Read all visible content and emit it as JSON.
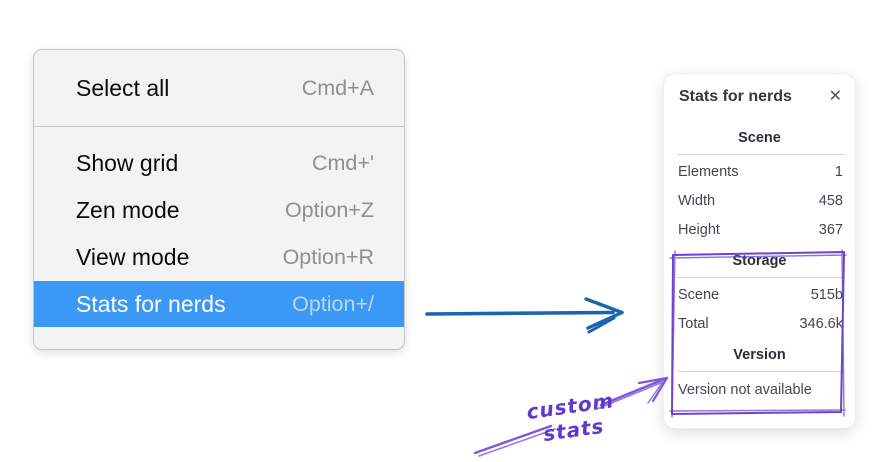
{
  "menu": {
    "items": [
      {
        "label": "Select all",
        "shortcut": "Cmd+A"
      },
      {
        "label": "Show grid",
        "shortcut": "Cmd+'"
      },
      {
        "label": "Zen mode",
        "shortcut": "Option+Z"
      },
      {
        "label": "View mode",
        "shortcut": "Option+R"
      },
      {
        "label": "Stats for nerds",
        "shortcut": "Option+/",
        "highlighted": true
      }
    ],
    "highlight_color": "#3b98f5"
  },
  "stats_panel": {
    "title": "Stats for nerds",
    "close_glyph": "✕",
    "sections": [
      {
        "heading": "Scene",
        "rows": [
          {
            "label": "Elements",
            "value": "1"
          },
          {
            "label": "Width",
            "value": "458"
          },
          {
            "label": "Height",
            "value": "367"
          }
        ]
      },
      {
        "heading": "Storage",
        "rows": [
          {
            "label": "Scene",
            "value": "515b"
          },
          {
            "label": "Total",
            "value": "346.6k"
          }
        ]
      },
      {
        "heading": "Version",
        "note": "Version not available"
      }
    ]
  },
  "annotation": {
    "label": "custom stats",
    "color": "#6a46cf"
  },
  "pointer_arrow_color": "#1c64b0"
}
